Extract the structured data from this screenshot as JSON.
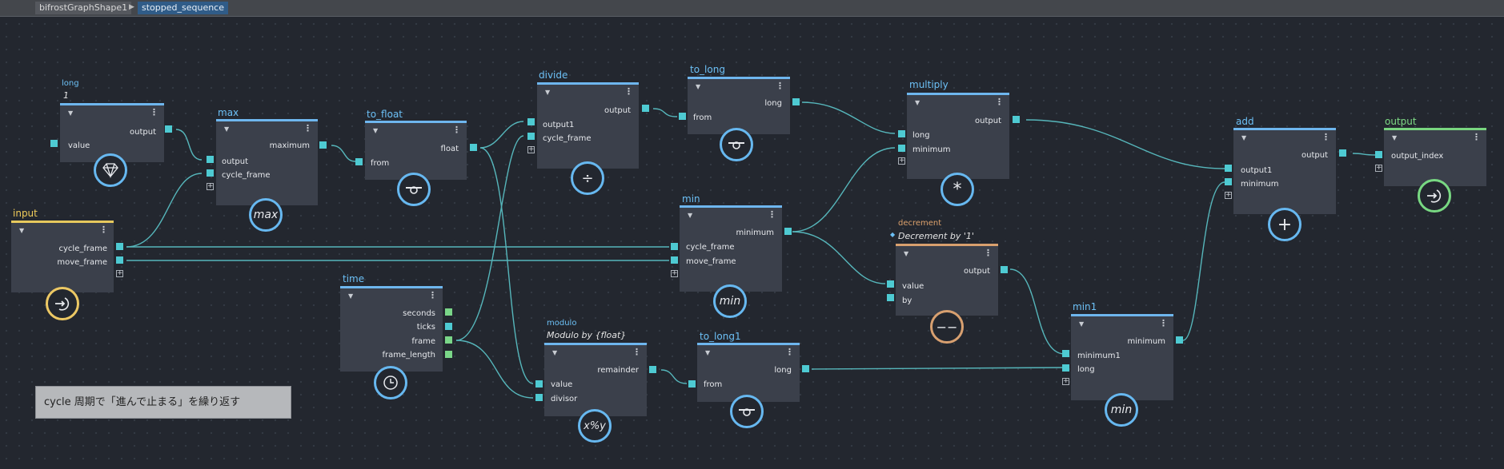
{
  "breadcrumb": {
    "graph": "bifrostGraphShape1",
    "compound": "stopped_sequence"
  },
  "note": {
    "text": "cycle 周期で「進んで止まる」を繰り返す"
  },
  "nodes": {
    "long_const": {
      "type_label": "long",
      "value_label": "1",
      "out": "output",
      "in": "value",
      "icon": "diamond-icon"
    },
    "max": {
      "title": "max",
      "out": "maximum",
      "in1": "output",
      "in2": "cycle_frame",
      "icon_text": "max"
    },
    "to_float": {
      "title": "to_float",
      "out": "float",
      "in": "from",
      "icon": "converter-icon"
    },
    "divide": {
      "title": "divide",
      "out": "output",
      "in1": "output1",
      "in2": "cycle_frame",
      "icon_text": "÷"
    },
    "to_long": {
      "title": "to_long",
      "out": "long",
      "in": "from",
      "icon": "converter-icon"
    },
    "multiply": {
      "title": "multiply",
      "out": "output",
      "in1": "long",
      "in2": "minimum",
      "icon_text": "*"
    },
    "add": {
      "title": "add",
      "out": "output",
      "in1": "output1",
      "in2": "minimum",
      "icon_text": "+"
    },
    "output": {
      "title": "output",
      "in": "output_index",
      "icon": "output-icon"
    },
    "input": {
      "title": "input",
      "out1": "cycle_frame",
      "out2": "move_frame",
      "icon": "input-icon"
    },
    "min": {
      "title": "min",
      "out": "minimum",
      "in1": "cycle_frame",
      "in2": "move_frame",
      "icon_text": "min"
    },
    "decrement": {
      "type_label": "decrement",
      "subtitle": "Decrement by '1'",
      "out": "output",
      "in1": "value",
      "in2": "by",
      "icon_text": "−−"
    },
    "time": {
      "title": "time",
      "out1": "seconds",
      "out2": "ticks",
      "out3": "frame",
      "out4": "frame_length",
      "icon": "clock-icon"
    },
    "modulo": {
      "type_label": "modulo",
      "subtitle": "Modulo by {float}",
      "out": "remainder",
      "in1": "value",
      "in2": "divisor",
      "icon_text": "x%y"
    },
    "to_long1": {
      "title": "to_long1",
      "out": "long",
      "in": "from",
      "icon": "converter-icon"
    },
    "min1": {
      "title": "min1",
      "out": "minimum",
      "in1": "minimum1",
      "in2": "long",
      "icon_text": "min"
    }
  },
  "colors": {
    "wire": "#5fd0d4",
    "node_header_default": "#6eb6ee",
    "node_header_input": "#e7c95d",
    "node_header_decrement": "#d9a06e",
    "node_header_output": "#79d680"
  }
}
